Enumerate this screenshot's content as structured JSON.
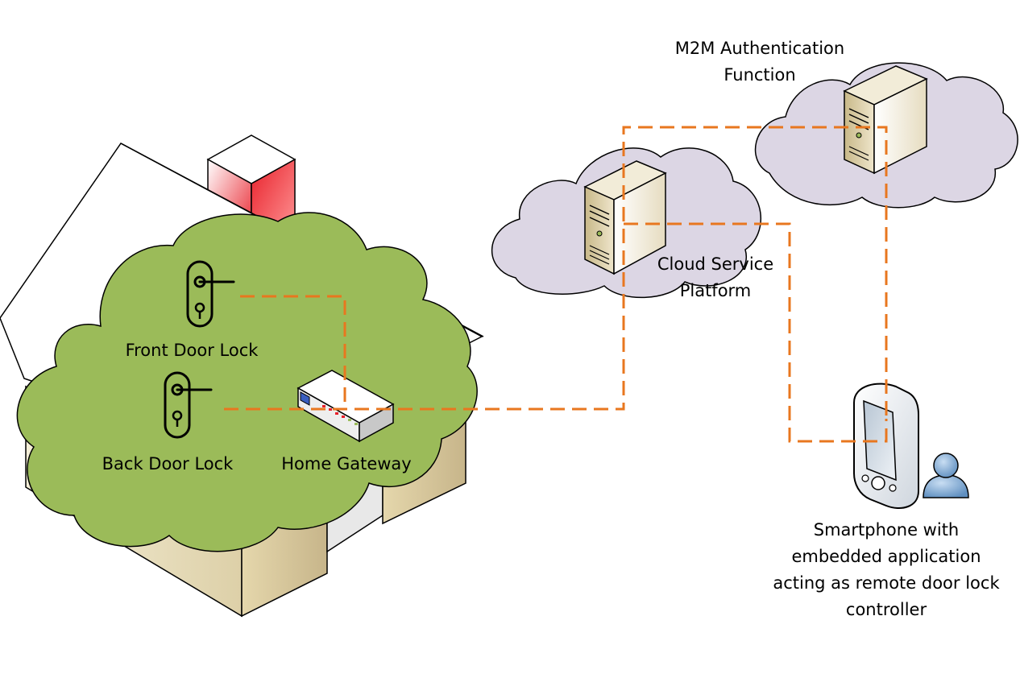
{
  "labels": {
    "m2m": [
      "M2M Authentication",
      "Function"
    ],
    "cloud": [
      "Cloud Service",
      "Platform"
    ],
    "front_lock": "Front Door Lock",
    "back_lock": "Back Door Lock",
    "gateway": "Home Gateway",
    "smartphone": [
      "Smartphone with",
      "embedded application",
      "acting as remote door lock",
      "controller"
    ]
  },
  "colors": {
    "connection": "#e8771f",
    "cloud_fill": "#dcd6e4",
    "bush_fill": "#9bbb59",
    "chimney": "#e8202a",
    "house_wall": "#f2ead2"
  },
  "icons": [
    "house-icon",
    "cloud-icon",
    "server-icon",
    "door-lock-icon",
    "gateway-icon",
    "smartphone-icon",
    "user-icon"
  ]
}
